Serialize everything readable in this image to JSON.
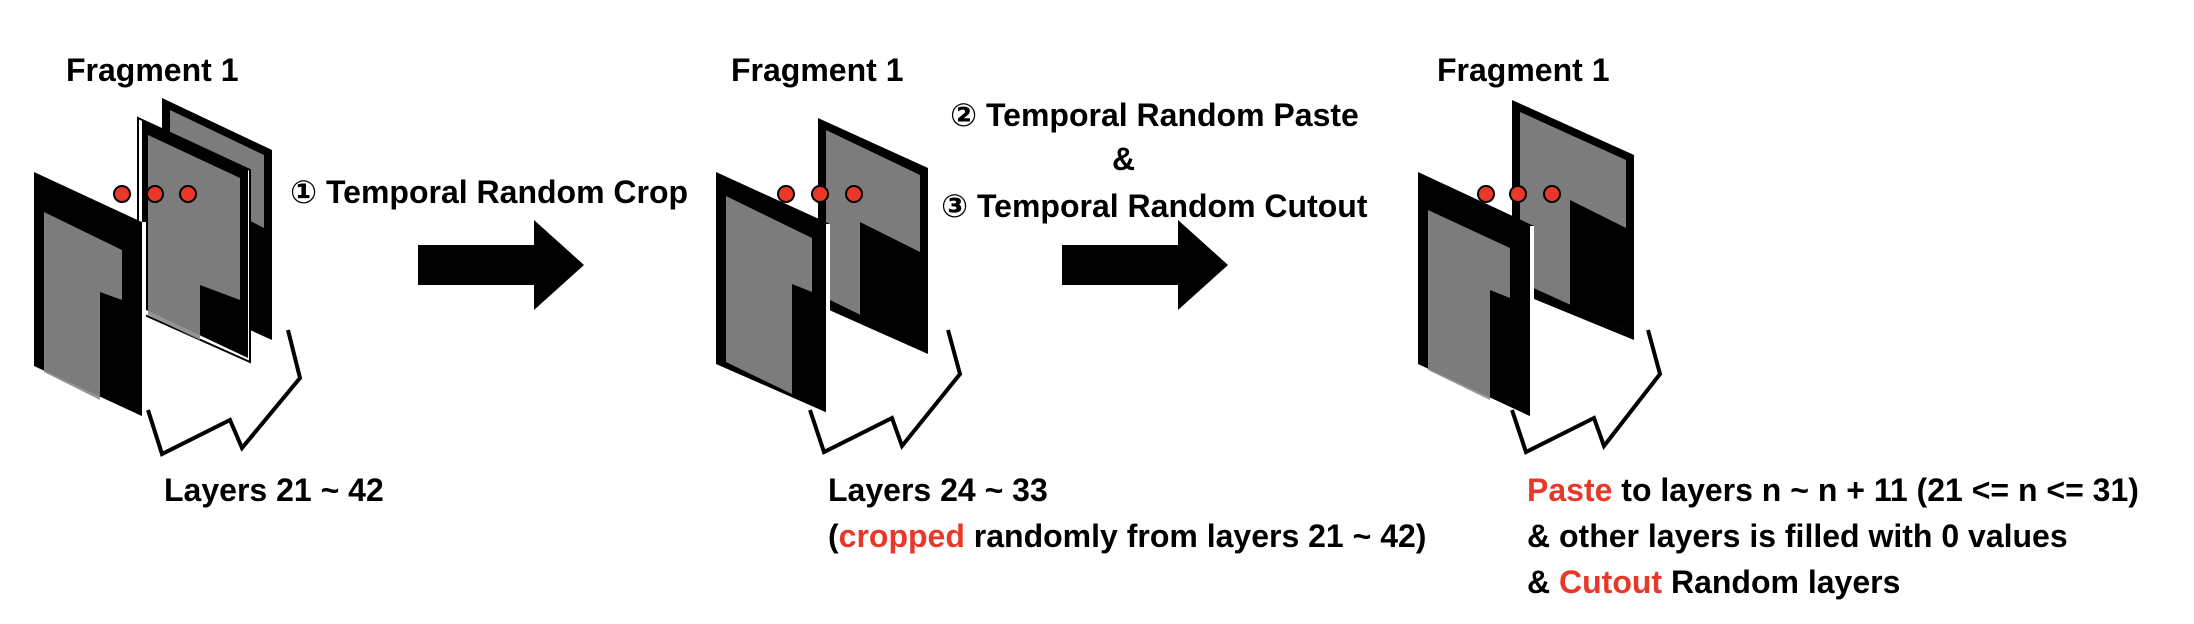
{
  "panels": [
    {
      "title": "Fragment 1",
      "caption": [
        "Layers 21 ~ 42"
      ]
    },
    {
      "title": "Fragment 1",
      "caption": [
        "Layers 24 ~ 33"
      ],
      "caption2": {
        "prefix": "(",
        "highlight": "cropped",
        "suffix": " randomly from layers 21 ~ 42)"
      }
    },
    {
      "title": "Fragment 1",
      "caption1": {
        "highlight": "Paste",
        "suffix": " to layers n ~ n + 11 (21 <= n <= 31)"
      },
      "caption2": "& other layers is filled with 0 values",
      "caption3": {
        "prefix": "& ",
        "highlight": "Cutout",
        "suffix": " Random layers"
      }
    }
  ],
  "steps": {
    "step1": "① Temporal Random Crop",
    "step2": "② Temporal Random Paste",
    "amp": "&",
    "step3": "③ Temporal Random Cutout"
  },
  "colors": {
    "highlight": "#e8382a",
    "dot": "#e8382a",
    "arrow": "#000000",
    "layer_bg": "#000000",
    "fragment": "#8a8a8a"
  }
}
